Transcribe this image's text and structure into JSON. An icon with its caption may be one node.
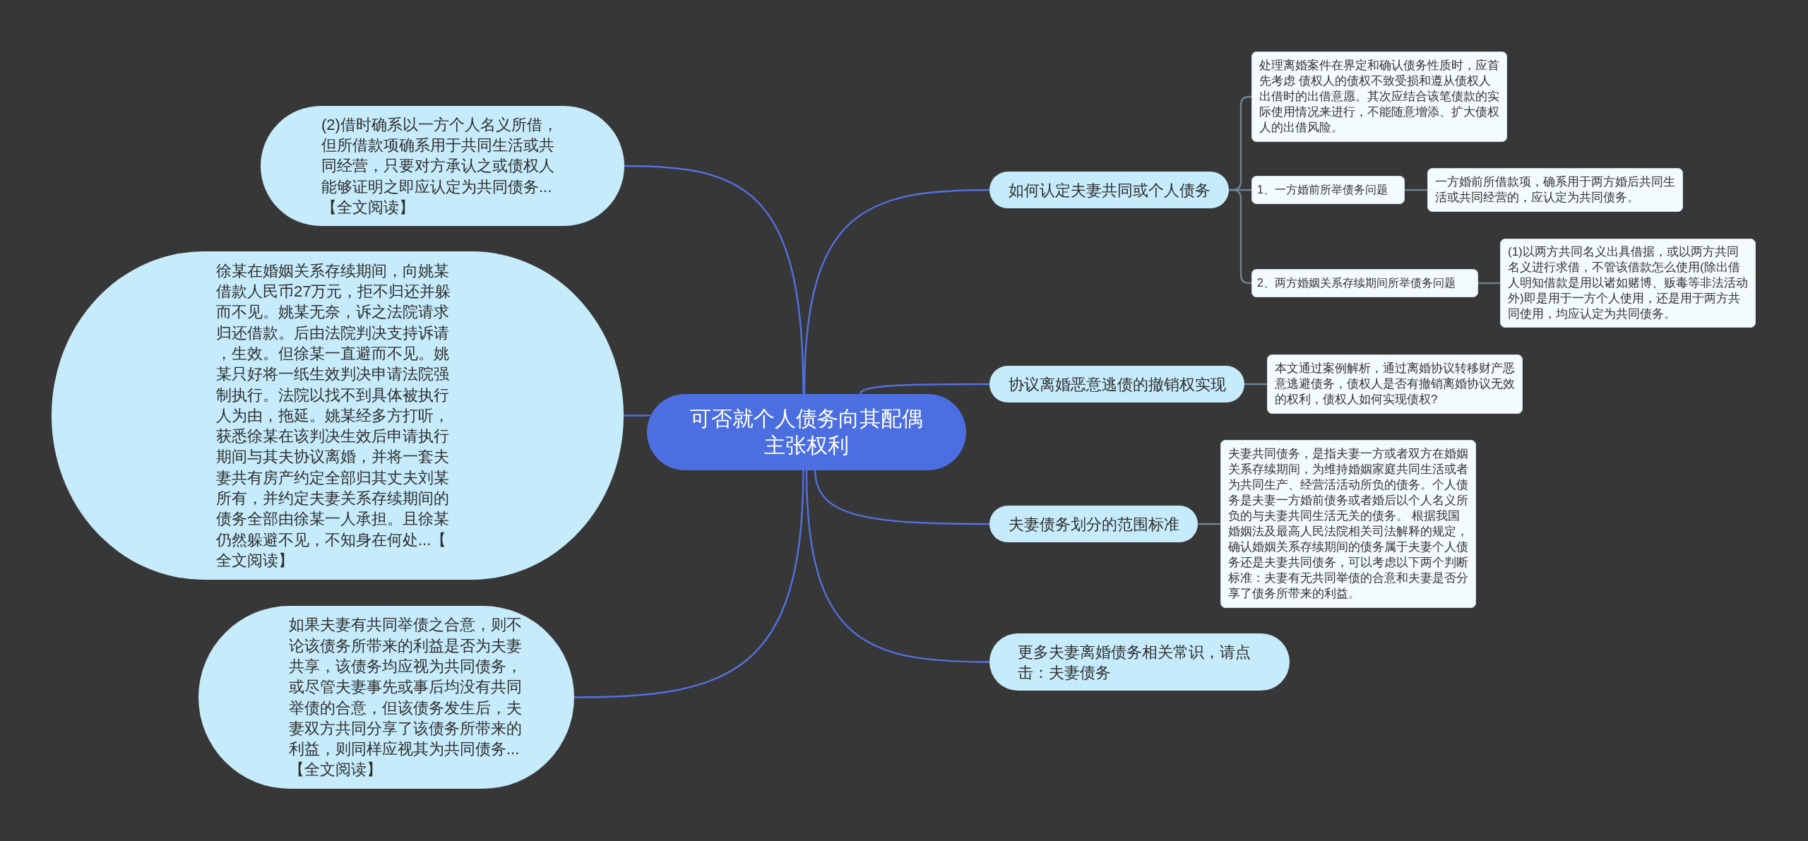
{
  "diagram": {
    "nodes": [
      {
        "text": [
          "可否就个人债务向其配偶主张权利"
        ]
      },
      {
        "text": [
          "如何认定夫妻共同或个人债务"
        ]
      },
      {
        "text": [
          "处理离婚案件在界定和确认债务性质时，应首先考虑 债权人的债权不致受损和遵从债权人出借时的出借意愿。其次应结合该笔债款的实际使用情况来进行，不能随意增添、扩大债权人的出借风险。"
        ]
      },
      {
        "text": [
          "1、一方婚前所举债务问题"
        ]
      },
      {
        "text": [
          "一方婚前所借款项，确系用于两方婚后共同生活或共同经营的，应认定为共同债务。"
        ]
      },
      {
        "text": [
          "2、两方婚姻关系存续期间所举债务问题"
        ]
      },
      {
        "text": [
          "(1)以两方共同名义出具借据，或以两方共同名义进行求借，不管该借款怎么使用(除出借人明知借款是用以诸如赌博、贩毒等非法活动外)即是用于一方个人使用，还是用于两方共同使用，均应认定为共同债务。"
        ]
      },
      {
        "text": [
          "协议离婚恶意逃债的撤销权实现"
        ]
      },
      {
        "text": [
          "本文通过案例解析，通过离婚协议转移财产恶意逃避债务，债权人是否有撤销离婚协议无效的权利，债权人如何实现债权?"
        ]
      },
      {
        "text": [
          "夫妻债务划分的范围标准"
        ]
      },
      {
        "text": [
          "夫妻共同债务，是指夫妻一方或者双方在婚姻关系存续期间，为维持婚姻家庭共同生活或者为共同生产、经营活活动所负的债务。个人债务是夫妻一方婚前债务或者婚后以个人名义所负的与夫妻共同生活无关的债务。 根据我国婚姻法及最高人民法院相关司法解释的规定，确认婚姻关系存续期间的债务属于夫妻个人债务还是夫妻共同债务，可以考虑以下两个判断标准：夫妻有无共同举债的合意和夫妻是否分享了债务所带来的利益。"
        ]
      },
      {
        "text": [
          "更多夫妻离婚债务相关常识，请点击：夫妻债务"
        ]
      },
      {
        "text": [
          "(2)借时确系以一方个人名义所借，但所借款项确系用于共同生活或共同经营，只要对方承认之或债权人能够证明之即应认定为共同债务...【全文阅读】"
        ]
      },
      {
        "text": [
          "徐某在婚姻关系存续期间，向姚某借款人民币27万元，拒不归还并躲而不见。姚某无奈，诉之法院请求归还借款。后由法院判决支持诉请，生效。但徐某一直避而不见。姚某只好将一纸生效判决申请法院强制执行。法院以找不到具体被执行人为由，拖延。姚某经多方打听，获悉徐某在该判决生效后申请执行期间与其夫协议离婚，并将一套夫妻共有房产约定全部归其丈夫刘某所有，并约定夫妻关系存续期间的债务全部由徐某一人承担。且徐某仍然躲避不见，不知身在何处...【全文阅读】"
        ]
      },
      {
        "text": [
          "如果夫妻有共同举债之合意，则不论该债务所带来的利益是否为夫妻共享，该债务均应视为共同债务，或尽管夫妻事先或事后均没有共同举债的合意，但该债务发生后，夫妻双方共同分享了该债务所带来的利益，则同样应视其为共同债务...【全文阅读】"
        ]
      }
    ],
    "edges": [
      {
        "from": 0,
        "to": 1,
        "arrow": "none"
      },
      {
        "from": 1,
        "to": 2,
        "arrow": "none",
        "color": "#6b8498"
      },
      {
        "from": 1,
        "to": 3,
        "arrow": "none",
        "color": "#6b8498"
      },
      {
        "from": 3,
        "to": 4,
        "arrow": "none",
        "color": "#6b8498"
      },
      {
        "from": 1,
        "to": 5,
        "arrow": "none",
        "color": "#6b8498"
      },
      {
        "from": 5,
        "to": 6,
        "arrow": "none",
        "color": "#6b8498"
      },
      {
        "from": 0,
        "to": 7,
        "arrow": "none"
      },
      {
        "from": 7,
        "to": 8,
        "arrow": "none",
        "color": "#6b8498"
      },
      {
        "from": 0,
        "to": 9,
        "arrow": "none"
      },
      {
        "from": 9,
        "to": 10,
        "arrow": "none",
        "color": "#6b8498"
      },
      {
        "from": 0,
        "to": 11,
        "arrow": "none"
      },
      {
        "from": 0,
        "to": 12,
        "arrow": "none"
      },
      {
        "from": 0,
        "to": 13,
        "arrow": "none"
      },
      {
        "from": 0,
        "to": 14,
        "arrow": "none"
      }
    ]
  }
}
